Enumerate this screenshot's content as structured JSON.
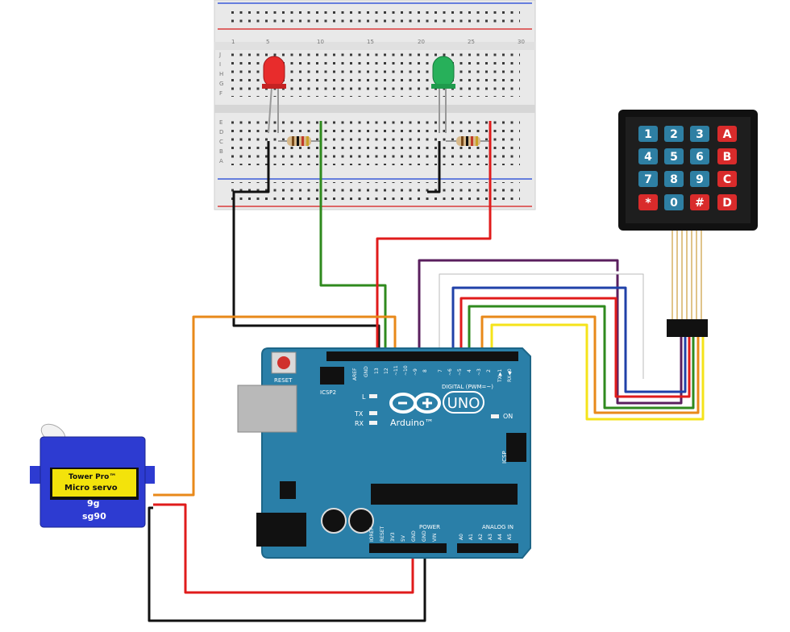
{
  "breadboard": {
    "row_letters_top": [
      "J",
      "I",
      "H",
      "G",
      "F"
    ],
    "row_letters_bottom": [
      "E",
      "D",
      "C",
      "B",
      "A"
    ],
    "column_numbers": [
      "1",
      "5",
      "10",
      "15",
      "20",
      "25",
      "30"
    ]
  },
  "leds": [
    {
      "name": "red LED",
      "color": "#e82c2c"
    },
    {
      "name": "green LED",
      "color": "#27b05a"
    }
  ],
  "keypad": {
    "keys": [
      [
        "1",
        "2",
        "3",
        "A"
      ],
      [
        "4",
        "5",
        "6",
        "B"
      ],
      [
        "7",
        "8",
        "9",
        "C"
      ],
      [
        "*",
        "0",
        "#",
        "D"
      ]
    ]
  },
  "servo": {
    "brand": "Tower Pro™",
    "line1": "Micro servo",
    "line2": "9g",
    "model": "sg90"
  },
  "arduino": {
    "reset_label": "RESET",
    "icsp2_label": "ICSP2",
    "l_label": "L",
    "tx_label": "TX",
    "rx_label": "RX",
    "brand": "Arduino™",
    "model": "UNO",
    "on_label": "ON",
    "icsp_label": "ICSP",
    "digital_label": "DIGITAL (PWM=~)",
    "digital_pins": [
      "AREF",
      "GND",
      "13",
      "12",
      "~11",
      "~10",
      "~9",
      "8",
      "7",
      "~6",
      "~5",
      "4",
      "~3",
      "2",
      "TX▶1",
      "RX◀0"
    ],
    "power_label": "POWER",
    "power_pins": [
      "IOREF",
      "RESET",
      "3V3",
      "5V",
      "GND",
      "GND",
      "VIN"
    ],
    "analog_label": "ANALOG IN",
    "analog_pins": [
      "A0",
      "A1",
      "A2",
      "A3",
      "A4",
      "A5"
    ]
  },
  "wire_colors": {
    "black": "#111111",
    "red": "#e01b1b",
    "green": "#2f8a1e",
    "orange": "#e8891a",
    "purple": "#5a1f5e",
    "white": "#dddddd",
    "blue": "#2041a8",
    "yellow": "#f5e31a",
    "board": "#2a7fa8"
  }
}
